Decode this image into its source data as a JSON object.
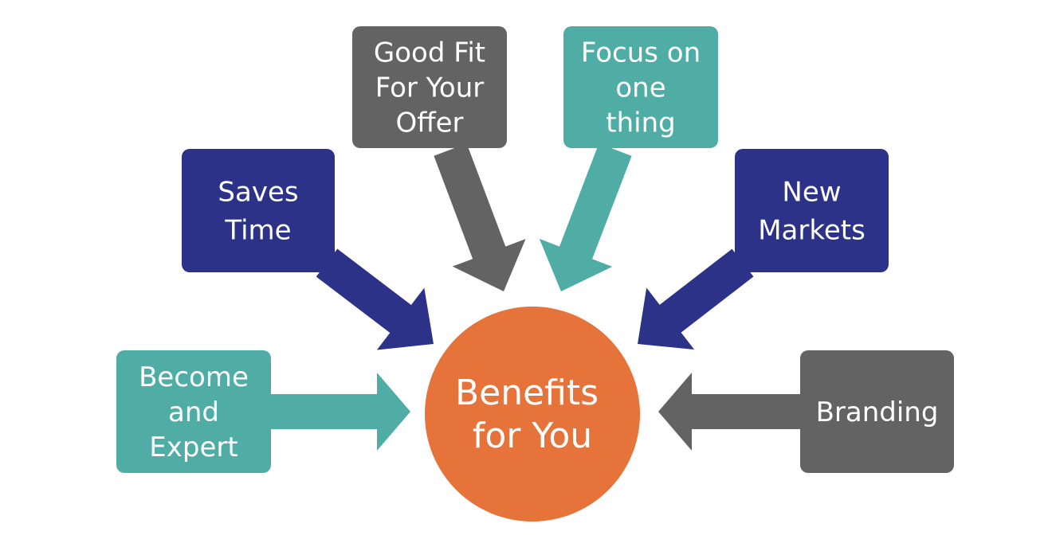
{
  "colors": {
    "navy": "#2d3289",
    "gray": "#636363",
    "teal": "#4fada6",
    "orange": "#e5733a",
    "text": "#ffffff"
  },
  "center": {
    "lines": [
      "Benefits",
      "for You"
    ],
    "color": "#e5733a"
  },
  "nodes": [
    {
      "id": "become-expert",
      "lines": [
        "Become",
        "and",
        "Expert"
      ],
      "color": "#4fada6"
    },
    {
      "id": "saves-time",
      "lines": [
        "Saves",
        "Time"
      ],
      "color": "#2d3289"
    },
    {
      "id": "good-fit",
      "lines": [
        "Good Fit",
        "For Your",
        "Offer"
      ],
      "color": "#636363"
    },
    {
      "id": "focus-one-thing",
      "lines": [
        "Focus on",
        "one",
        "thing"
      ],
      "color": "#4fada6"
    },
    {
      "id": "new-markets",
      "lines": [
        "New",
        "Markets"
      ],
      "color": "#2d3289"
    },
    {
      "id": "branding",
      "lines": [
        "Branding"
      ],
      "color": "#636363"
    }
  ],
  "arrows": [
    {
      "from": "become-expert",
      "to": "center",
      "color": "#4fada6"
    },
    {
      "from": "saves-time",
      "to": "center",
      "color": "#2d3289"
    },
    {
      "from": "good-fit",
      "to": "center",
      "color": "#636363"
    },
    {
      "from": "focus-one-thing",
      "to": "center",
      "color": "#4fada6"
    },
    {
      "from": "new-markets",
      "to": "center",
      "color": "#2d3289"
    },
    {
      "from": "branding",
      "to": "center",
      "color": "#636363"
    }
  ]
}
